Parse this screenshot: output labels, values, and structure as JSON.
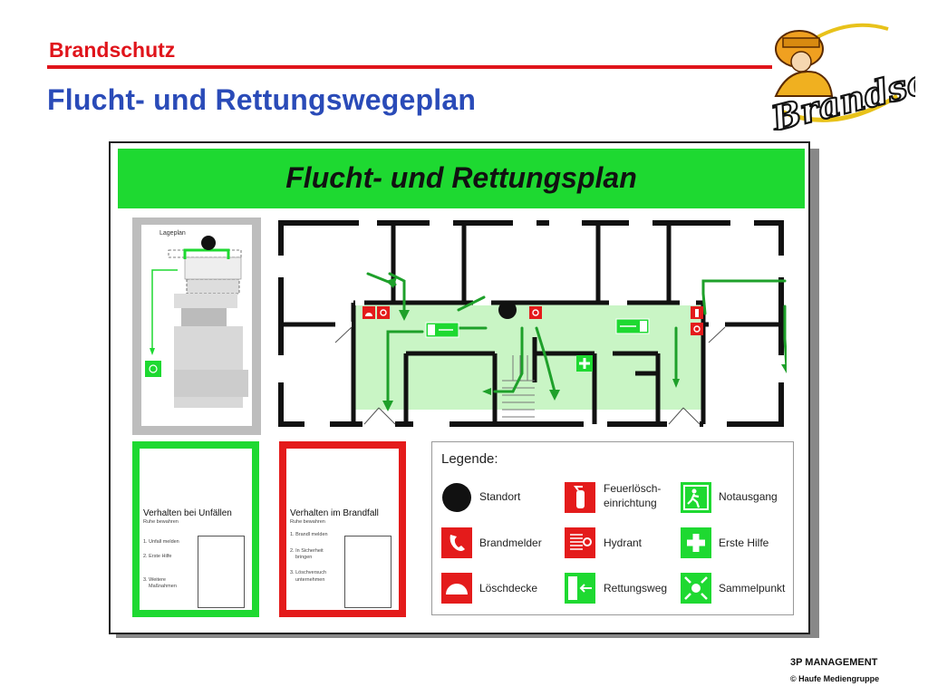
{
  "slide": {
    "kicker": "Brandschutz",
    "title": "Flucht- und Rettungswegeplan",
    "logo_text": "Brandschutz",
    "footer_company": "3P MANAGEMENT",
    "footer_copy": "© Haufe Mediengruppe"
  },
  "plan": {
    "title": "Flucht- und Rettungsplan",
    "site_plan_label": "Lageplan"
  },
  "cards": {
    "accidents": {
      "title": "Verhalten bei Unfällen",
      "subtitle": "Ruhe bewahren",
      "steps": [
        "1. Unfall melden",
        "2. Erste Hilfe",
        "3. Weitere",
        "Maßnahmen"
      ]
    },
    "fire": {
      "title": "Verhalten im Brandfall",
      "subtitle": "Ruhe bewahren",
      "steps": [
        "1. Brandl melden",
        "2. In Sicherheit",
        "bringen",
        "3. Löschversuch",
        "unternehmen"
      ]
    }
  },
  "legend": {
    "title": "Legende:",
    "standort": "Standort",
    "feuerloesch_1": "Feuerlösch-",
    "feuerloesch_2": "einrichtung",
    "notausgang": "Notausgang",
    "brandmelder": "Brandmelder",
    "hydrant": "Hydrant",
    "erste_hilfe": "Erste Hilfe",
    "loeschdecke": "Löschdecke",
    "rettungsweg": "Rettungsweg",
    "sammelpunkt": "Sammelpunkt"
  },
  "colors": {
    "accent_red": "#e0141b",
    "title_blue": "#2a4bb8",
    "escape_green": "#1ed931",
    "sign_red": "#e41b1b",
    "corridor_green": "#c9f5c5"
  }
}
